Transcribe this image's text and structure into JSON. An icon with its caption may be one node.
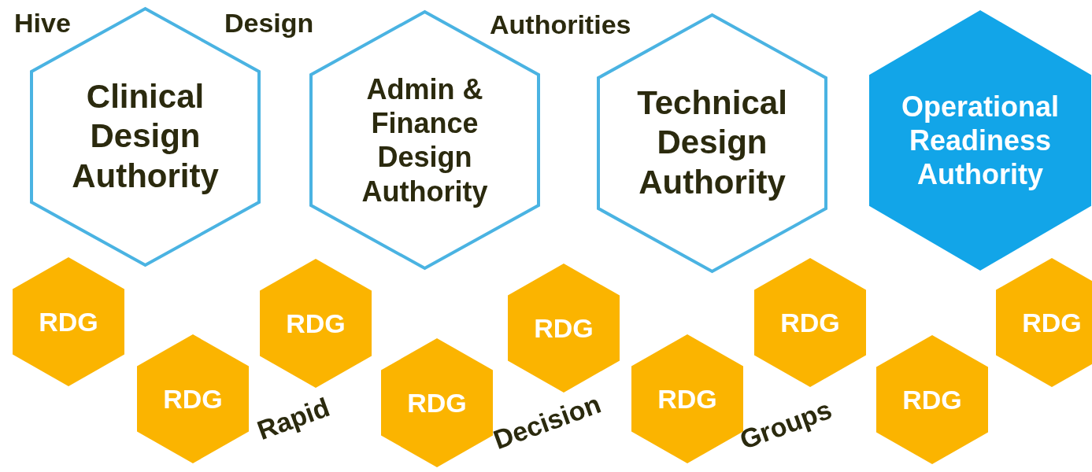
{
  "diagram": {
    "nodes": [
      {
        "text": [
          "Clinical Design Authority"
        ]
      },
      {
        "text": [
          "Admin & Finance Design Authority"
        ]
      },
      {
        "text": [
          "Technical Design Authority"
        ]
      },
      {
        "text": [
          "Operational Readiness Authority"
        ]
      },
      {
        "text": [
          "RDG"
        ]
      },
      {
        "text": [
          "RDG"
        ]
      },
      {
        "text": [
          "RDG"
        ]
      },
      {
        "text": [
          "RDG"
        ]
      },
      {
        "text": [
          "RDG"
        ]
      },
      {
        "text": [
          "RDG"
        ]
      },
      {
        "text": [
          "RDG"
        ]
      },
      {
        "text": [
          "RDG"
        ]
      },
      {
        "text": [
          "RDG"
        ]
      }
    ],
    "edges": [],
    "labels": [
      "Hive",
      "Design",
      "Authorities",
      "Rapid",
      "Decision",
      "Groups"
    ]
  }
}
